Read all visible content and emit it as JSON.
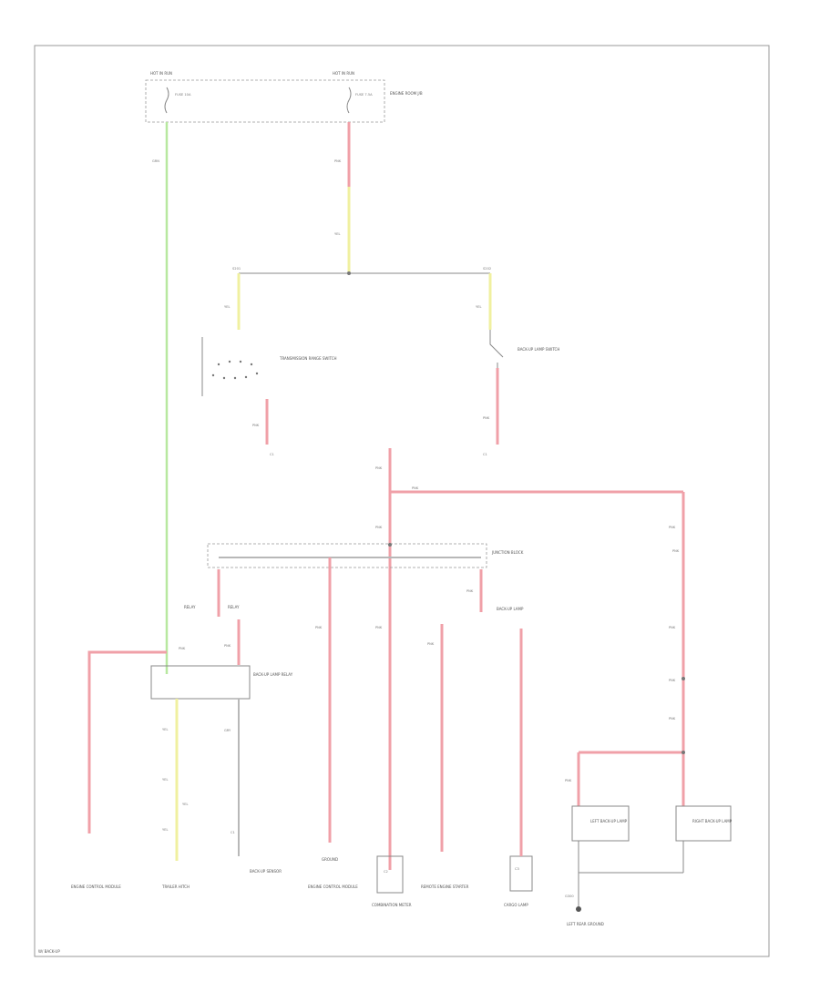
{
  "diagram": {
    "labels": {
      "fuse_box_left": "HOT IN RUN",
      "fuse_box_right": "HOT IN RUN",
      "fuse_box_name": "ENGINE ROOM J/B",
      "fuse_left": "FUSE 10A",
      "fuse_right": "FUSE 7.5A",
      "wire_gn_main": "GRN",
      "wire_pk_top": "PNK",
      "wire_yl_top": "YEL",
      "splice_left": "S201",
      "splice_right": "S202",
      "wire_yl_left": "YEL",
      "wire_yl_right": "YEL",
      "tcm_name": "TRANSMISSION RANGE SWITCH",
      "backup_switch": "BACK-UP LAMP SWITCH",
      "wire_pk_tcm": "PNK",
      "wire_pk_backup": "PNK",
      "pin_tcm": "C1",
      "pin_backup": "C1",
      "wire_pk_center": "PNK",
      "wire_pk_horizontal": "PNK",
      "wire_pk_center_low": "PNK",
      "wire_pk_right_top": "PNK",
      "junction_block": "JUNCTION BLOCK",
      "relay_1": "RELAY",
      "relay_2": "RELAY",
      "wire_pk_lower_1": "PNK",
      "wire_pk_lower_2": "PNK",
      "wire_pk_lower_3": "PNK",
      "wire_pk_lower_4": "PNK",
      "wire_pk_lower_5": "PNK",
      "wire_pk_left_long": "PNK",
      "module_name": "BACK-UP LAMP RELAY",
      "wire_yl_module": "YEL",
      "wire_yl_module_2": "YEL",
      "wire_yl_module_3": "YEL",
      "wire_yl_module_4": "YEL",
      "wire_gy_module": "GRY",
      "connector_1": "C1",
      "connector_2": "C2",
      "connector_3": "C3",
      "socket_label": "BACK-UP LAMP",
      "wire_pk_right_2": "PNK",
      "wire_pk_right_3": "PNK",
      "wire_pk_right_4": "PNK",
      "wire_pk_right_5": "PNK",
      "wire_pk_right_6": "PNK",
      "lamp_left": "LEFT BACK-UP LAMP",
      "lamp_right": "RIGHT BACK-UP LAMP",
      "ground_label": "G300",
      "ground_name": "LEFT REAR GROUND",
      "bottom_1": "ENGINE CONTROL MODULE",
      "bottom_2": "TRAILER HITCH",
      "bottom_3": "BACK-UP SENSOR",
      "bottom_4": "ENGINE CONTROL MODULE",
      "bottom_5": "COMBINATION METER",
      "bottom_6": "REMOTE ENGINE STARTER",
      "bottom_7": "CARGO LAMP",
      "bottom_8": "GROUND",
      "footer": "W/ BACK-UP"
    }
  }
}
